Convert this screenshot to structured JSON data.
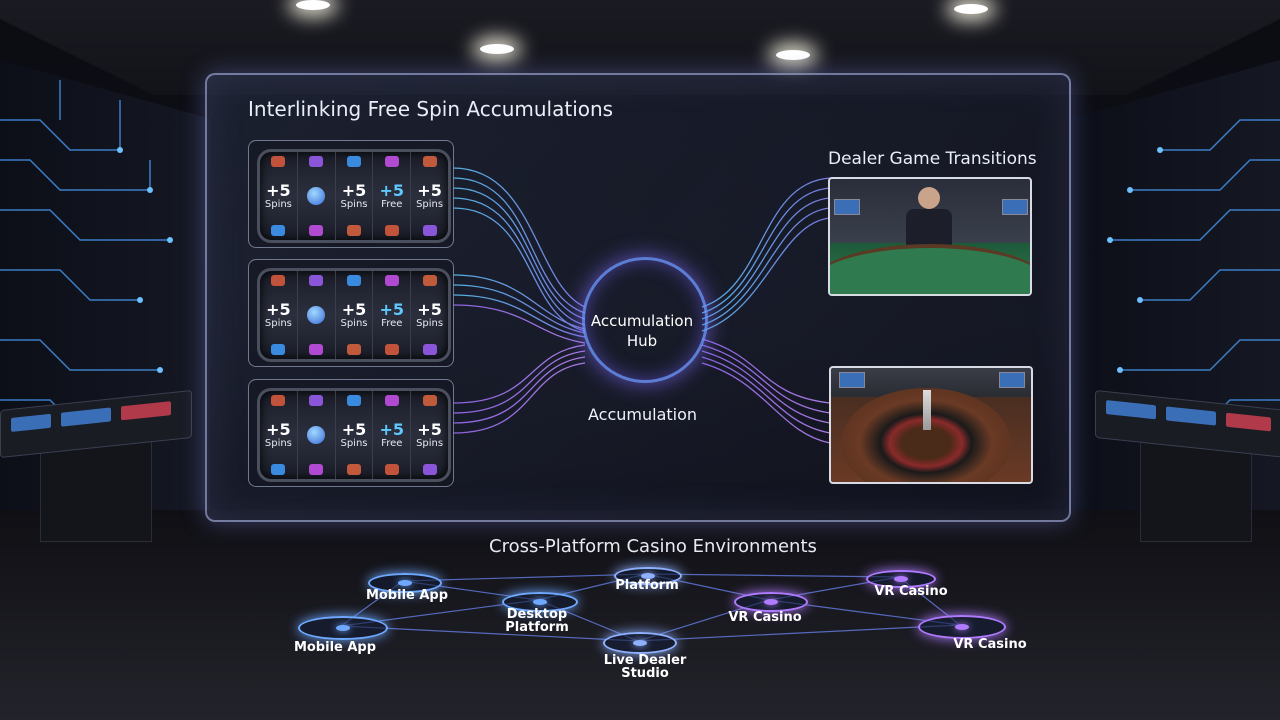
{
  "panel": {
    "left_title": "Interlinking Free Spin Accumulations",
    "right_title": "Dealer Game Transitions",
    "hub_label": "Accumulation Hub",
    "flow_label": "Accumulation"
  },
  "reels": [
    {
      "cols": [
        {
          "big": "+5",
          "small": "Spins",
          "blue": false
        },
        {
          "ball": true
        },
        {
          "big": "+5",
          "small": "Spins",
          "blue": false
        },
        {
          "big": "+5",
          "small": "Free",
          "blue": true
        },
        {
          "big": "+5",
          "small": "Spins",
          "blue": false
        }
      ]
    },
    {
      "cols": [
        {
          "big": "+5",
          "small": "Spins",
          "blue": false
        },
        {
          "ball": true
        },
        {
          "big": "+5",
          "small": "Spins",
          "blue": false
        },
        {
          "big": "+5",
          "small": "Free",
          "blue": true
        },
        {
          "big": "+5",
          "small": "Spins",
          "blue": false
        }
      ]
    },
    {
      "cols": [
        {
          "big": "+5",
          "small": "Spins",
          "blue": false
        },
        {
          "ball": true
        },
        {
          "big": "+5",
          "small": "Spins",
          "blue": false
        },
        {
          "big": "+5",
          "small": "Free",
          "blue": true
        },
        {
          "big": "+5",
          "small": "Spins",
          "blue": false
        }
      ]
    }
  ],
  "network": {
    "title": "Cross-Platform Casino Environments",
    "nodes": [
      {
        "label": "Mobile App",
        "color": "#6fa8ff"
      },
      {
        "label": "Desktop Platform",
        "color": "#6fa8ff"
      },
      {
        "label": "Platform",
        "color": "#8fb0ff"
      },
      {
        "label": "VR Casino",
        "color": "#b07bff"
      },
      {
        "label": "VR Casino",
        "color": "#b07bff"
      },
      {
        "label": "Mobile App",
        "color": "#6fa8ff"
      },
      {
        "label": "Live Dealer Studio",
        "color": "#8fb0ff"
      },
      {
        "label": "VR Casino",
        "color": "#b07bff"
      }
    ]
  },
  "colors": {
    "accent_blue": "#5fc8ff",
    "accent_purple": "#a070ff",
    "panel_border": "#bec8ff"
  }
}
